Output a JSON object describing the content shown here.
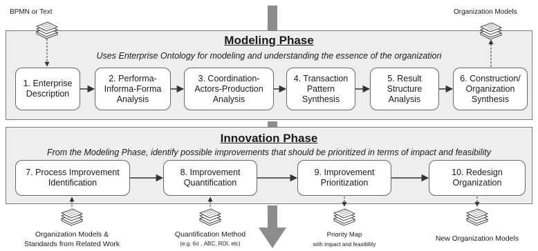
{
  "top_inputs": {
    "left": "BPMN or Text",
    "right": "Organization Models"
  },
  "modeling_phase": {
    "title": "Modeling Phase",
    "subtitle": "Uses Enterprise Ontology for modeling and understanding the essence of the organization",
    "steps": [
      "1. Enterprise\nDescription",
      "2. Performa-\nInforma-Forma\nAnalysis",
      "3. Coordination-\nActors-Production\nAnalysis",
      "4. Transaction\nPattern\nSynthesis",
      "5. Result\nStructure\nAnalysis",
      "6. Construction/\nOrganization\nSynthesis"
    ]
  },
  "innovation_phase": {
    "title": "Innovation Phase",
    "subtitle": "From the Modeling Phase, identify possible improvements that should be prioritized in terms of impact and feasibility",
    "steps": [
      "7. Process Improvement\nIdentification",
      "8. Improvement\nQuantification",
      "9. Improvement\nPrioritization",
      "10. Redesign\nOrganization"
    ]
  },
  "bottom_labels": {
    "org_models_main": "Organization Models &",
    "org_models_sub": "Standards from Related Work",
    "quant_main": "Quantification Method",
    "quant_sub": "(e.g. 6σ , ABC, ROI, etc)",
    "priority_main": "Priority Map",
    "priority_sub": "with impact and feasibility",
    "new_models": "New Organization Models"
  },
  "colors": {
    "panel": "#eeeeee",
    "big_arrow": "#8c8c8c",
    "box_border": "#666666"
  },
  "icons": {
    "document_stack": "document-stack-icon",
    "flow_arrow": "flow-arrow-icon"
  }
}
